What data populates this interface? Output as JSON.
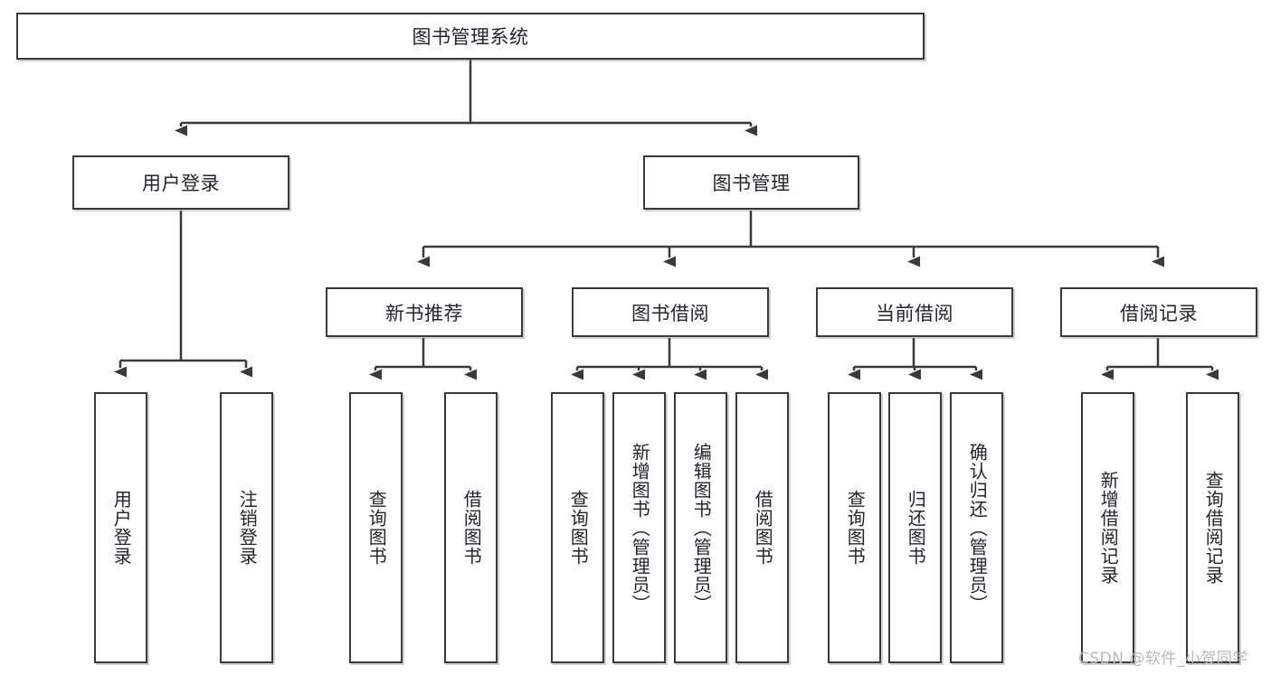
{
  "diagram": {
    "title_node": {
      "label": "图书管理系统"
    },
    "level2": [
      {
        "id": "user-login",
        "label": "用户登录"
      },
      {
        "id": "book-manage",
        "label": "图书管理"
      }
    ],
    "level3": [
      {
        "id": "new-book-recommend",
        "label": "新书推荐"
      },
      {
        "id": "book-borrow",
        "label": "图书借阅"
      },
      {
        "id": "current-borrow",
        "label": "当前借阅"
      },
      {
        "id": "borrow-record",
        "label": "借阅记录"
      }
    ],
    "leaves": [
      {
        "id": "leaf-user-login",
        "label": "用户登录",
        "parent": "user-login"
      },
      {
        "id": "leaf-logout-login",
        "label": "注销登录",
        "parent": "user-login"
      },
      {
        "id": "leaf-query-book-1",
        "label": "查询图书",
        "parent": "new-book-recommend"
      },
      {
        "id": "leaf-borrow-book-1",
        "label": "借阅图书",
        "parent": "new-book-recommend"
      },
      {
        "id": "leaf-query-book-2",
        "label": "查询图书",
        "parent": "book-borrow"
      },
      {
        "id": "leaf-add-book",
        "label": "新增图书（管理员）",
        "parent": "book-borrow"
      },
      {
        "id": "leaf-edit-book",
        "label": "编辑图书（管理员）",
        "parent": "book-borrow"
      },
      {
        "id": "leaf-borrow-book-2",
        "label": "借阅图书",
        "parent": "book-borrow"
      },
      {
        "id": "leaf-query-book-3",
        "label": "查询图书",
        "parent": "current-borrow"
      },
      {
        "id": "leaf-return-book",
        "label": "归还图书",
        "parent": "current-borrow"
      },
      {
        "id": "leaf-confirm-return",
        "label": "确认归还（管理员）",
        "parent": "current-borrow"
      },
      {
        "id": "leaf-add-record",
        "label": "新增借阅记录",
        "parent": "borrow-record"
      },
      {
        "id": "leaf-query-record",
        "label": "查询借阅记录",
        "parent": "borrow-record"
      }
    ],
    "watermark": "CSDN @软件_小贺同学",
    "colors": {
      "stroke": "#3a3a3a",
      "background": "#ffffff",
      "text": "#22262b",
      "watermark": "#b9b9b9"
    }
  }
}
